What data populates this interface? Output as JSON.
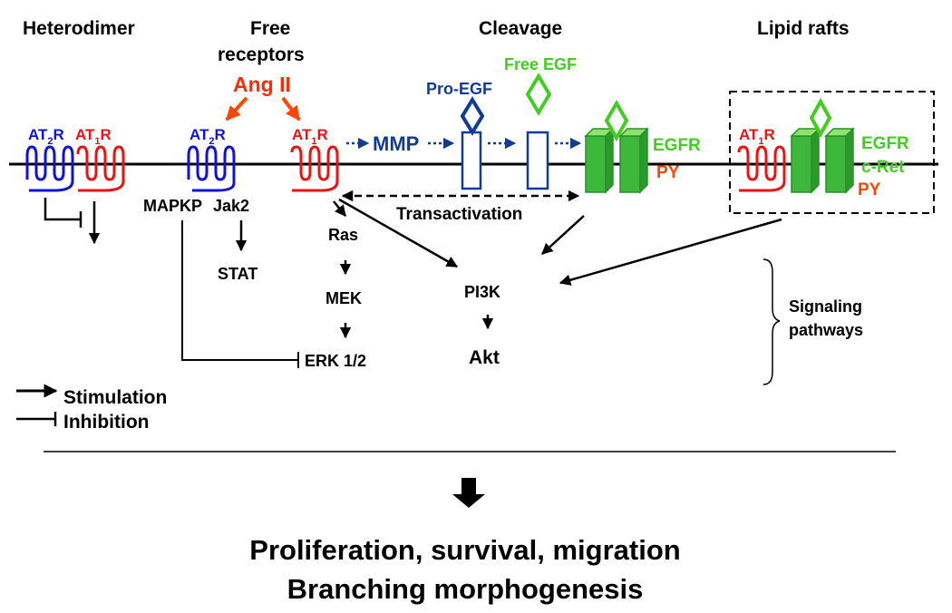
{
  "colors": {
    "black": "#000000",
    "blue": "#1010e0",
    "red": "#ee1111",
    "orange_red": "#ff4500",
    "navy": "#103c96",
    "green": "#44cc22",
    "green_fill": "#3db83a",
    "green_light": "#8ee36a"
  },
  "headers": {
    "heterodimer": "Heterodimer",
    "free_receptors_line1": "Free",
    "free_receptors_line2": "receptors",
    "cleavage": "Cleavage",
    "lipid_rafts": "Lipid rafts"
  },
  "ligands": {
    "ang_ii": "Ang II",
    "pro_egf": "Pro-EGF",
    "free_egf": "Free EGF"
  },
  "receptors": {
    "at2r_hetero": {
      "base": "AT",
      "sub": "2",
      "suffix": "R"
    },
    "at1r_hetero": {
      "base": "AT",
      "sub": "1",
      "suffix": "R"
    },
    "at2r_free": {
      "base": "AT",
      "sub": "2",
      "suffix": "R"
    },
    "at1r_free": {
      "base": "AT",
      "sub": "1",
      "suffix": "R"
    },
    "at1r_raft": {
      "base": "AT",
      "sub": "1",
      "suffix": "R"
    }
  },
  "labels": {
    "mmp": "MMP",
    "egfr": "EGFR",
    "py_cleavage": "PY",
    "egfr_raft": "EGFR",
    "cret_raft": "c-Ret",
    "py_raft": "PY",
    "transactivation": "Transactivation",
    "mapkp": "MAPKP",
    "jak2": "Jak2",
    "stat": "STAT",
    "ras": "Ras",
    "mek": "MEK",
    "erk": "ERK 1/2",
    "pi3k": "PI3K",
    "akt": "Akt",
    "signaling_line1": "Signaling",
    "signaling_line2": "pathways"
  },
  "legend": {
    "stimulation": "Stimulation",
    "inhibition": "Inhibition"
  },
  "outcome": {
    "line1": "Proliferation, survival, migration",
    "line2": "Branching morphogenesis"
  }
}
